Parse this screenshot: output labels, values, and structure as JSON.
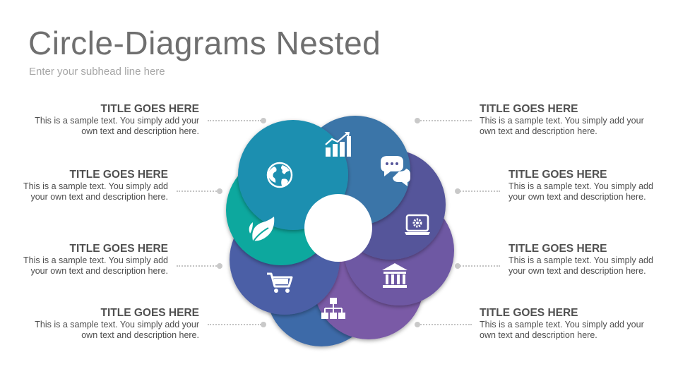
{
  "header": {
    "title": "Circle-Diagrams Nested",
    "subtitle": "Enter your subhead line here"
  },
  "items": [
    {
      "title": "TITLE GOES HERE",
      "desc": "This is a sample text. You simply add your own text and description here."
    },
    {
      "title": "TITLE GOES HERE",
      "desc": "This is a sample text. You simply add your own text and description here."
    },
    {
      "title": "TITLE GOES HERE",
      "desc": "This is a sample text. You simply add your own text and description here."
    },
    {
      "title": "TITLE GOES HERE",
      "desc": "This is a sample text. You simply add your own text and description here."
    },
    {
      "title": "TITLE GOES HERE",
      "desc": "This is a sample text. You simply add your own text and description here."
    },
    {
      "title": "TITLE GOES HERE",
      "desc": "This is a sample text. You simply add your own text and description here."
    },
    {
      "title": "TITLE GOES HERE",
      "desc": "This is a sample text. You simply add your own text and description here."
    },
    {
      "title": "TITLE GOES HERE",
      "desc": "This is a sample text. You simply add your own text and description here."
    }
  ],
  "petals": [
    {
      "icon": "globe-icon",
      "color": "#1f8fb0"
    },
    {
      "icon": "bar-chart-icon",
      "color": "#3a74a8"
    },
    {
      "icon": "chat-bubbles-icon",
      "color": "#55559a"
    },
    {
      "icon": "laptop-gear-icon",
      "color": "#6e58a3"
    },
    {
      "icon": "bank-icon",
      "color": "#7a5aa6"
    },
    {
      "icon": "hierarchy-icon",
      "color": "#3d6aa8"
    },
    {
      "icon": "shopping-cart-icon",
      "color": "#4c5ea6"
    },
    {
      "icon": "leaf-icon",
      "color": "#0ea89e"
    }
  ]
}
